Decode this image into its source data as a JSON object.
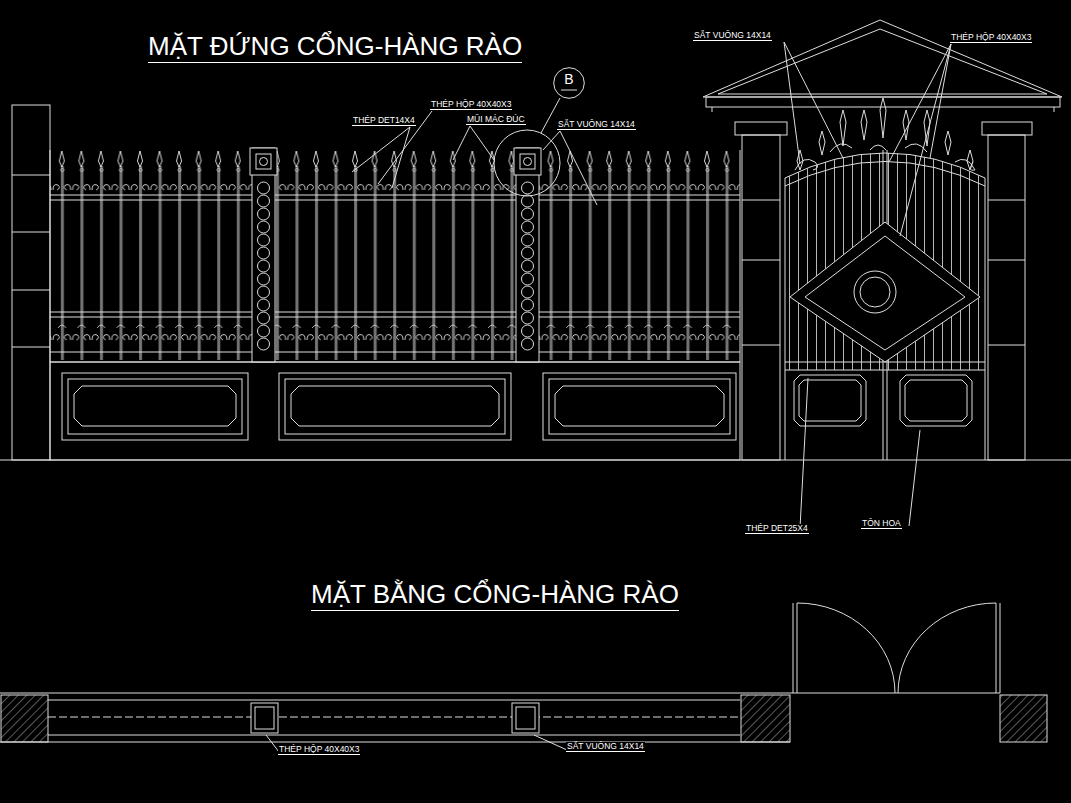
{
  "diagram": {
    "title": "MẶT ĐỨNG CỔNG-HÀNG RÀO",
    "nodes": [
      {
        "text": [
          "B"
        ]
      }
    ],
    "labels": [
      "SẮT VUÔNG 14X14",
      "THÉP HỘP 40X40X3",
      "THÉP HỘP 40X40X3",
      "THÉP DET14X4",
      "MŨI MÁC ĐÚC",
      "SẮT VUÔNG 14X14",
      "THÉP DET25X4",
      "TÔN HOA",
      "MẶT BẰNG CỔNG-HÀNG RÀO",
      "THÉP HỘP 40X40X3",
      "SẮT VUÔNG 14X14"
    ]
  }
}
